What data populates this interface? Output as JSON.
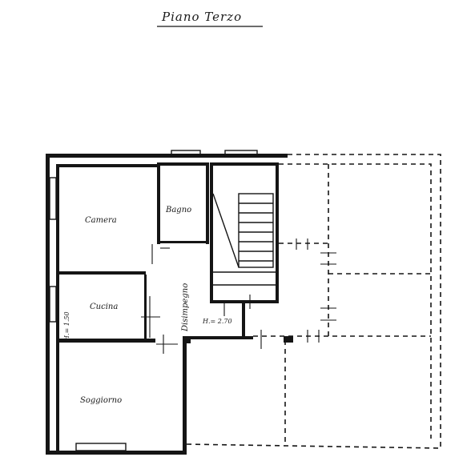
{
  "title": "Piano Terzo",
  "rooms": {
    "camera": "Camera",
    "bagno": "Bagno",
    "cucina": "Cucina",
    "disimpegno": "Disimpegno",
    "soggiorno": "Soggiorno"
  },
  "heights": {
    "cucina": "H.= 1.50",
    "stair": "H.= 2.70"
  }
}
